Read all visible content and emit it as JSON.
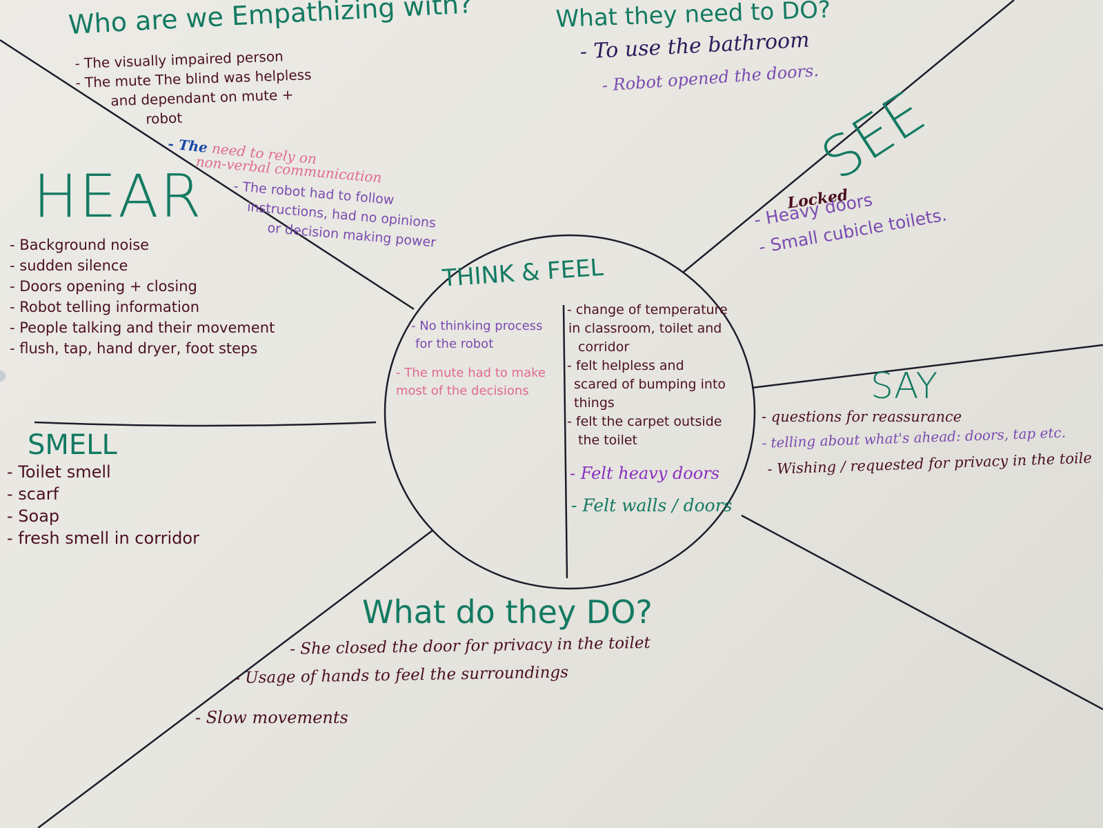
{
  "sections": {
    "who": {
      "heading": "Who are we Empathizing with?",
      "items": [
        "- The visually impaired person",
        "- The mute The blind was helpless",
        "and dependant on mute +",
        "robot"
      ],
      "pink_note_prefix": "- The",
      "pink_note": "need to rely on",
      "pink_note_2": "non-verbal communication",
      "purple_note": [
        "- The robot had to follow",
        "instructions, had no opinions",
        "or decision making power"
      ]
    },
    "need_to_do": {
      "heading": "What they need to DO?",
      "items": [
        "- To use the bathroom"
      ],
      "purple_note": "- Robot opened the doors."
    },
    "hear": {
      "heading": "HEAR",
      "items": [
        "- Background noise",
        "- sudden silence",
        "- Doors opening + closing",
        "- Robot telling information",
        "- People talking and their movement",
        "- flush, tap, hand dryer, foot steps"
      ]
    },
    "see": {
      "heading": "SEE",
      "items": [
        "- Heavy doors",
        "- Small cubicle toilets."
      ],
      "overwrite": "Locked"
    },
    "think_feel": {
      "heading": "THINK & FEEL",
      "left_items": [
        "- No thinking process",
        "for the robot"
      ],
      "left_pink": [
        "- The mute had to make",
        "most of the decisions"
      ],
      "right_items": [
        "- change of temperature",
        "in classroom, toilet and",
        "corridor",
        "- felt helpless and",
        "scared of bumping into",
        "things",
        "- felt the carpet outside",
        "the toilet"
      ],
      "right_purple": "- Felt heavy doors",
      "right_green": "- Felt walls / doors"
    },
    "say": {
      "heading": "SAY",
      "items": [
        "- questions for reassurance",
        "- telling about what's ahead: doors, tap etc.",
        "- Wishing / requested for privacy in the toile"
      ]
    },
    "smell": {
      "heading": "SMELL",
      "items": [
        "- Toilet smell",
        "- scarf",
        "- Soap",
        "- fresh smell in corridor"
      ]
    },
    "do": {
      "heading": "What do they DO?",
      "items": [
        "- She closed the door for privacy in the toilet",
        "- Usage of hands to feel the surroundings",
        "- Slow movements"
      ]
    }
  },
  "colors": {
    "heading_green": "#137a62",
    "text_maroon": "#4b1020",
    "note_purple": "#7a4bb0",
    "note_pink": "#e06a8e",
    "ink_black": "#1c1c2a"
  }
}
